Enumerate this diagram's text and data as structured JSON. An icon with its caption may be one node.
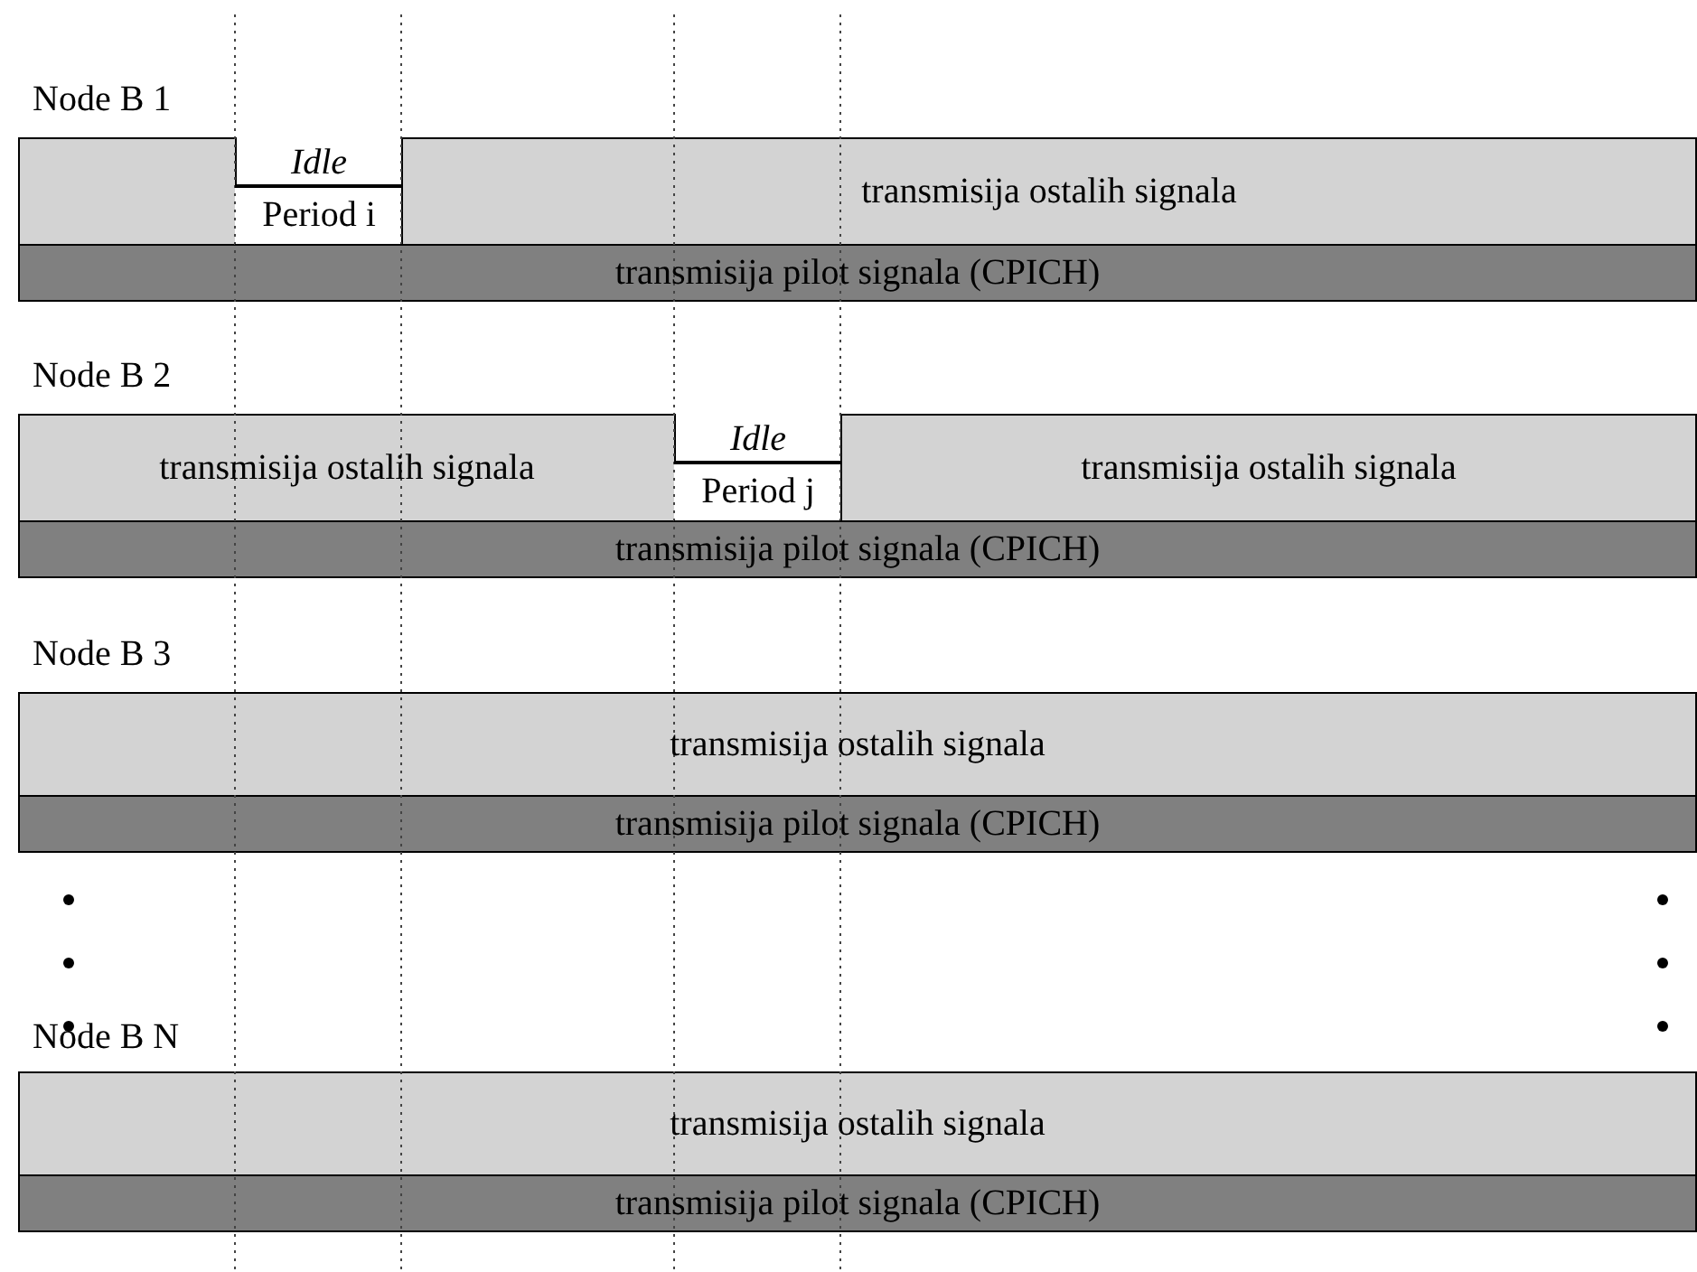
{
  "diagram": {
    "nodes": [
      {
        "text": [],
        "shape": "box"
      },
      {
        "text": [
          "Idle",
          "Period i"
        ]
      },
      {
        "text": [
          "transmisija ostalih signala"
        ]
      },
      {
        "text": [
          "transmisija pilot signala (CPICH)"
        ]
      },
      {
        "text": [
          "transmisija ostalih signala"
        ]
      },
      {
        "text": [
          "Idle",
          "Period j"
        ]
      },
      {
        "text": [
          "transmisija ostalih signala"
        ]
      },
      {
        "text": [
          "transmisija pilot signala (CPICH)"
        ]
      },
      {
        "text": [
          "transmisija ostalih signala"
        ]
      },
      {
        "text": [
          "transmisija pilot signala (CPICH)"
        ]
      },
      {
        "text": [
          "transmisija ostalih signala"
        ]
      },
      {
        "text": [
          "transmisija pilot signala (CPICH)"
        ]
      }
    ],
    "edges": [],
    "labels": [
      "Node B 1",
      "Node B 2",
      "Node B 3",
      "Node B N"
    ]
  }
}
